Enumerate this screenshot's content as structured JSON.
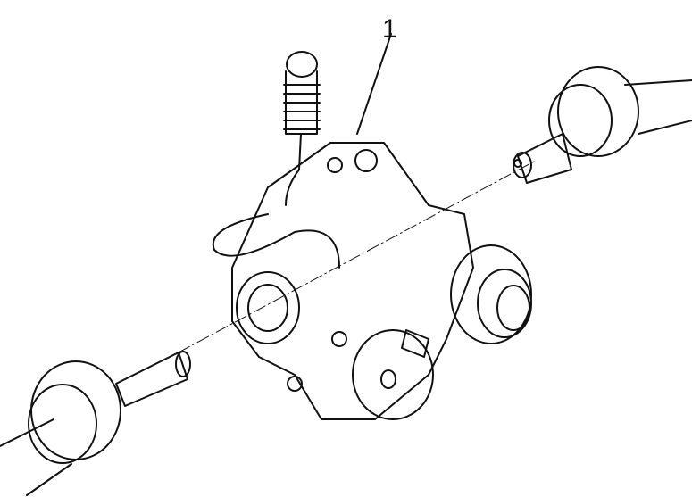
{
  "diagram": {
    "type": "exploded-view line drawing",
    "subject": "differential / transfer unit with drive shafts",
    "callouts": [
      {
        "label": "1"
      }
    ],
    "components": [
      "left drive shaft with CV joint",
      "right drive shaft with CV joint",
      "differential housing",
      "actuator motor",
      "breather hose with boot",
      "splined output flange"
    ],
    "colors": {
      "line": "#111111",
      "background": "#ffffff"
    }
  }
}
